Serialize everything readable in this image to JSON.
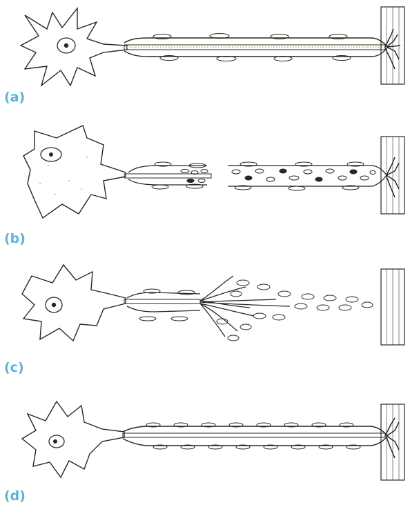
{
  "panels": [
    {
      "label": "(a)"
    },
    {
      "label": "(b)"
    },
    {
      "label": "(c)"
    },
    {
      "label": "(d)"
    }
  ],
  "colors": {
    "label": "#5ab4d6",
    "soma": "#f7f0bf",
    "axon_speckle": "#c9b56a",
    "muscle": "#efc3b8",
    "schwann": "#f1d3a7",
    "ink": "#2a2520"
  },
  "icons": [
    "neuron-cell-body",
    "schwann-cell",
    "muscle-fiber",
    "myelin-debris"
  ]
}
